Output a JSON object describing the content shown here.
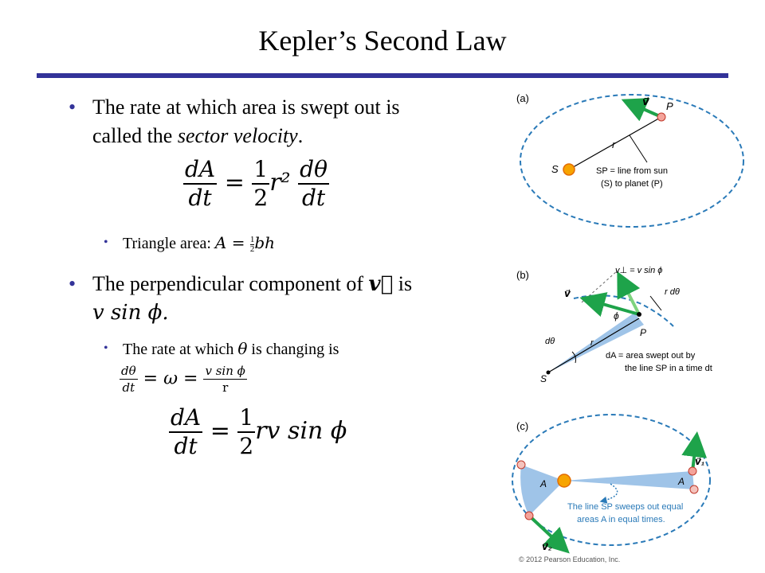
{
  "title": "Kepler’s Second Law",
  "colors": {
    "accent_rule": "#333399",
    "orbit": "#2a7ab8",
    "swept_area": "#9fc4e8",
    "velocity_arrow": "#1ea34a",
    "planet": "#f4a39a"
  },
  "bullets": {
    "b1_line1": "The rate at which area is swept out is",
    "b1_line2_a": "called the ",
    "b1_line2_em": "sector velocity",
    "b1_line2_b": ".",
    "eq1": {
      "lhs_num": "dA",
      "lhs_den": "dt",
      "eq": "=",
      "half_num": "1",
      "half_den": "2",
      "r2": "r²",
      "rhs_num": "dθ",
      "rhs_den": "dt"
    },
    "sub1_label": "Triangle area: ",
    "sub1_math_a": "A = ",
    "sub1_half_num": "1",
    "sub1_half_den": "2",
    "sub1_math_b": "bh",
    "b2_line1": "The perpendicular component of",
    "b2_vec": "v⃗",
    "b2_is": "is",
    "b2_line2": "v sin ϕ.",
    "sub2_line1_a": "The rate at which ",
    "sub2_theta": "θ",
    "sub2_line1_b": " is changing is",
    "eq2": {
      "lhs_num": "dθ",
      "lhs_den": "dt",
      "eq1": "=",
      "omega": "ω",
      "eq2": "=",
      "rhs_num": "v sin ϕ",
      "rhs_den": "r"
    },
    "eq3": {
      "lhs_num": "dA",
      "lhs_den": "dt",
      "eq": "=",
      "half_num": "1",
      "half_den": "2",
      "rhs": "rv sin ϕ"
    }
  },
  "figure": {
    "a": {
      "label": "(a)",
      "v": "v⃗",
      "P": "P",
      "r": "r",
      "S": "S",
      "sp_line1": "SP = line from sun",
      "sp_line2": "(S) to planet (P)"
    },
    "b": {
      "label": "(b)",
      "vperp": "v⊥ = v sin ϕ",
      "rdtheta": "r dθ",
      "v": "v⃗",
      "phi": "ϕ",
      "P": "P",
      "dtheta": "dθ",
      "r": "r",
      "da_line1": "dA = area swept out by",
      "da_line2": "the line SP in a time dt",
      "S": "S"
    },
    "c": {
      "label": "(c)",
      "v1": "v⃗₁",
      "A_left": "A",
      "A_right": "A",
      "note_line1": "The line SP sweeps out equal",
      "note_line2": "areas A in equal times.",
      "v2": "v⃗₂"
    },
    "copyright": "© 2012 Pearson Education, Inc."
  }
}
